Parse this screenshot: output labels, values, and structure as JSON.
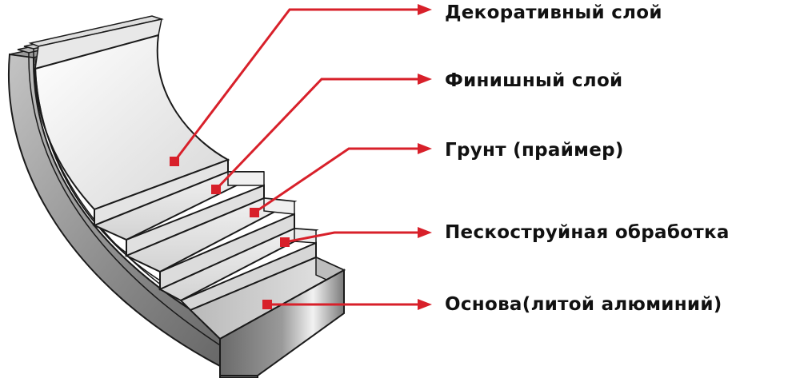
{
  "diagram": {
    "layers": [
      {
        "label": "Декоративный слой"
      },
      {
        "label": "Финишный слой"
      },
      {
        "label": "Грунт (праймер)"
      },
      {
        "label": "Пескоструйная обработка"
      },
      {
        "label": "Основа(литой алюминий)"
      }
    ],
    "colors": {
      "leader_line": "#d8202a",
      "label_text": "#111111",
      "layer_light": "#ededed",
      "layer_mid": "#c9c9c9",
      "layer_dark": "#6d6d6d",
      "layer_edge": "#1a1a1a"
    }
  }
}
